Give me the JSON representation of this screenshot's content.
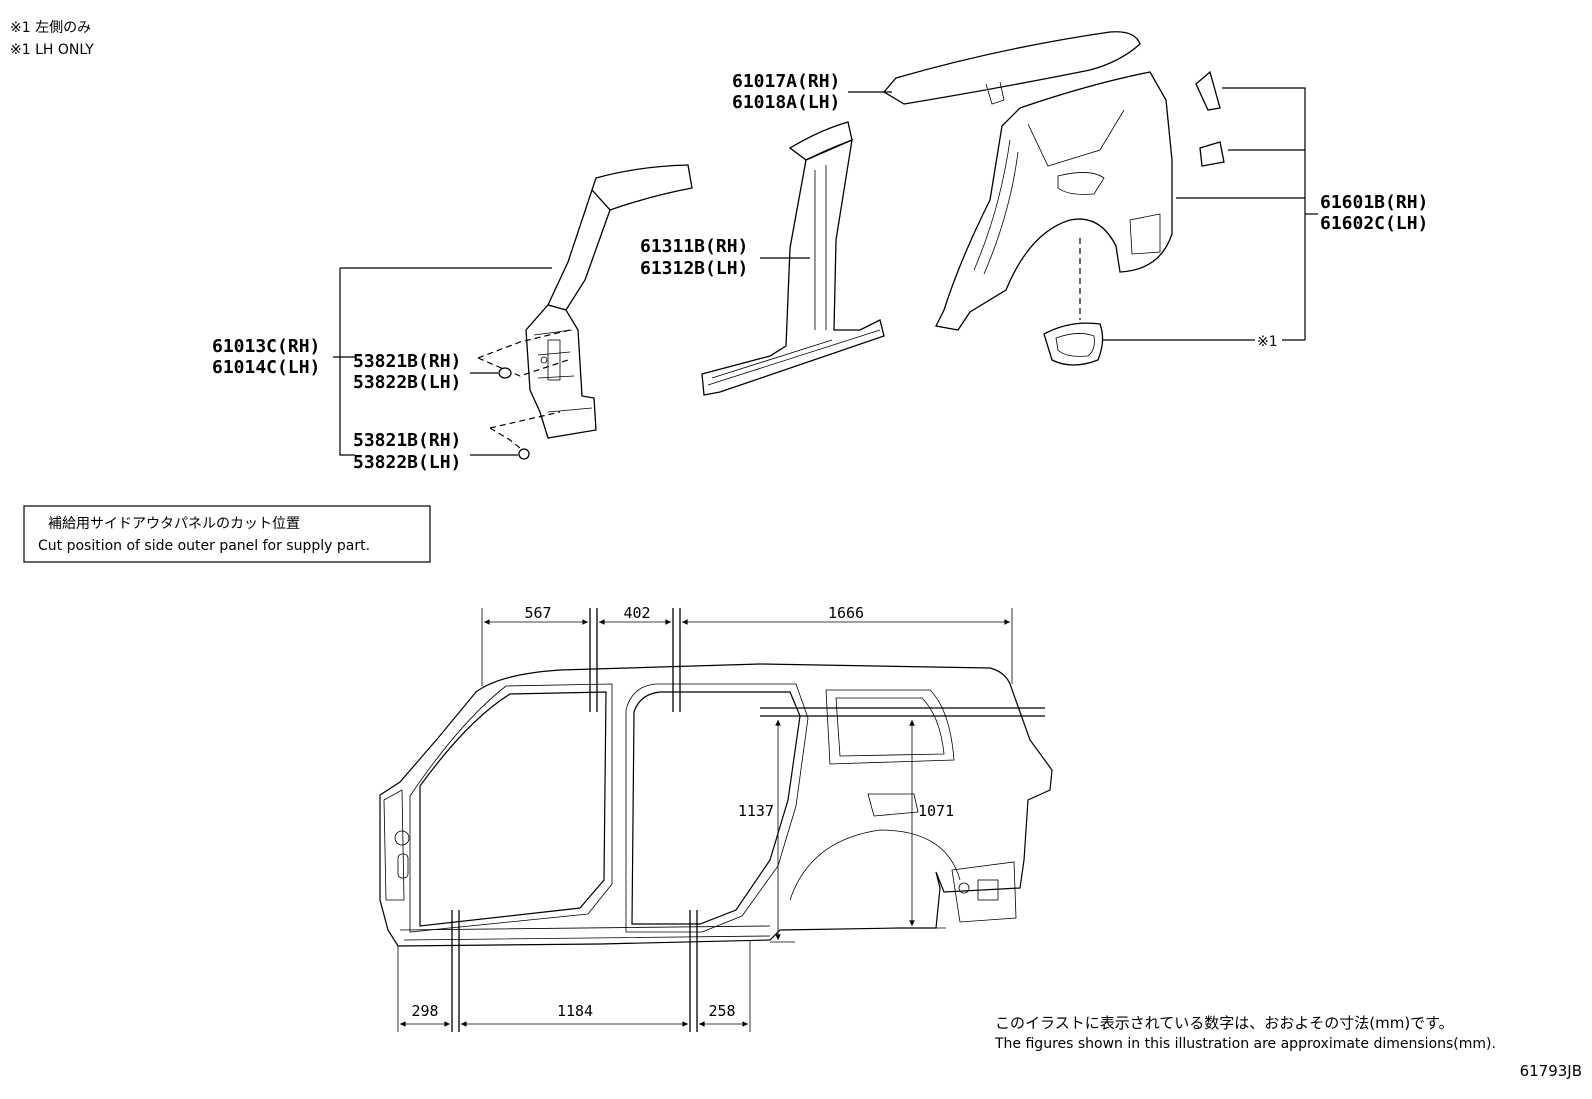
{
  "notes": {
    "lh_only_jp": "※1 左側のみ",
    "lh_only_en": "※1 LH ONLY"
  },
  "callouts": {
    "roof_side_rh": "61017A(RH)",
    "roof_side_lh": "61018A(LH)",
    "center_pillar_rh": "61311B(RH)",
    "center_pillar_lh": "61312B(LH)",
    "quarter_panel_rh": "61601B(RH)",
    "quarter_panel_lh": "61602C(LH)",
    "front_pillar_rh": "61013C(RH)",
    "front_pillar_lh": "61014C(LH)",
    "plug_a_rh": "53821B(RH)",
    "plug_a_lh": "53822B(LH)",
    "plug_b_rh": "53821B(RH)",
    "plug_b_lh": "53822B(LH)",
    "lh_only_marker": "※1"
  },
  "cut_box": {
    "title_jp": "補給用サイドアウタパネルのカット位置",
    "title_en": "Cut position of side outer panel for supply part."
  },
  "dimensions": {
    "top_1": "567",
    "top_2": "402",
    "top_3": "1666",
    "vert_1": "1137",
    "vert_2": "1071",
    "bottom_1": "298",
    "bottom_2": "1184",
    "bottom_3": "258"
  },
  "footer": {
    "note_jp": "このイラストに表示されている数字は、おおよその寸法(mm)です。",
    "note_en": "The figures shown in this illustration are approximate dimensions(mm).",
    "figure_id": "61793JB"
  }
}
